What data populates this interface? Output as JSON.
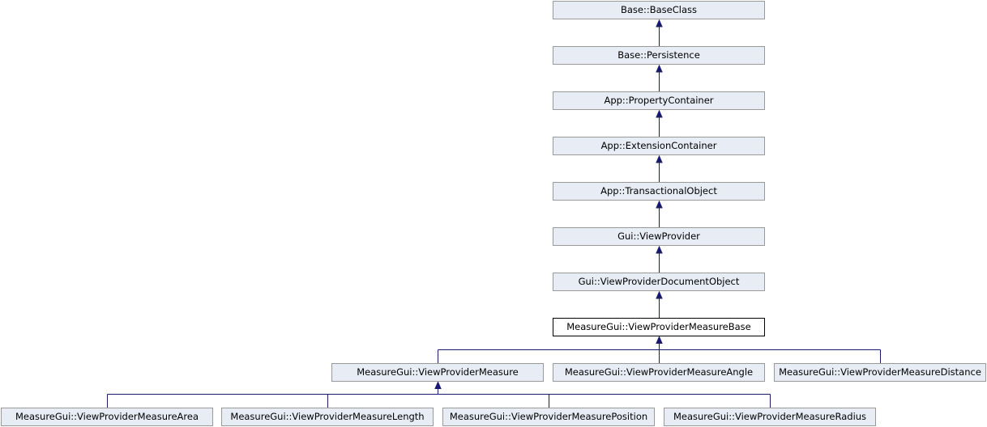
{
  "diagram": {
    "nodes": [
      {
        "id": "base_class",
        "label": "Base::BaseClass"
      },
      {
        "id": "persistence",
        "label": "Base::Persistence"
      },
      {
        "id": "property_container",
        "label": "App::PropertyContainer"
      },
      {
        "id": "extension_container",
        "label": "App::ExtensionContainer"
      },
      {
        "id": "transactional_object",
        "label": "App::TransactionalObject"
      },
      {
        "id": "view_provider",
        "label": "Gui::ViewProvider"
      },
      {
        "id": "view_provider_document_object",
        "label": "Gui::ViewProviderDocumentObject"
      },
      {
        "id": "measure_base",
        "label": "MeasureGui::ViewProviderMeasureBase",
        "current": true
      },
      {
        "id": "measure",
        "label": "MeasureGui::ViewProviderMeasure"
      },
      {
        "id": "measure_angle",
        "label": "MeasureGui::ViewProviderMeasureAngle"
      },
      {
        "id": "measure_distance",
        "label": "MeasureGui::ViewProviderMeasureDistance"
      },
      {
        "id": "measure_area",
        "label": "MeasureGui::ViewProviderMeasureArea"
      },
      {
        "id": "measure_length",
        "label": "MeasureGui::ViewProviderMeasureLength"
      },
      {
        "id": "measure_position",
        "label": "MeasureGui::ViewProviderMeasurePosition"
      },
      {
        "id": "measure_radius",
        "label": "MeasureGui::ViewProviderMeasureRadius"
      }
    ],
    "edges": [
      {
        "from": "persistence",
        "to": "base_class"
      },
      {
        "from": "property_container",
        "to": "persistence"
      },
      {
        "from": "extension_container",
        "to": "property_container"
      },
      {
        "from": "transactional_object",
        "to": "extension_container"
      },
      {
        "from": "view_provider",
        "to": "transactional_object"
      },
      {
        "from": "view_provider_document_object",
        "to": "view_provider"
      },
      {
        "from": "measure_base",
        "to": "view_provider_document_object"
      },
      {
        "from": "measure",
        "to": "measure_base"
      },
      {
        "from": "measure_angle",
        "to": "measure_base"
      },
      {
        "from": "measure_distance",
        "to": "measure_base"
      },
      {
        "from": "measure_area",
        "to": "measure"
      },
      {
        "from": "measure_length",
        "to": "measure"
      },
      {
        "from": "measure_position",
        "to": "measure"
      },
      {
        "from": "measure_radius",
        "to": "measure"
      }
    ],
    "colors": {
      "node_fill": "#e8ecf5",
      "node_border": "#999999",
      "current_fill": "#ffffff",
      "current_border": "#000000",
      "edge": "#191970"
    }
  }
}
